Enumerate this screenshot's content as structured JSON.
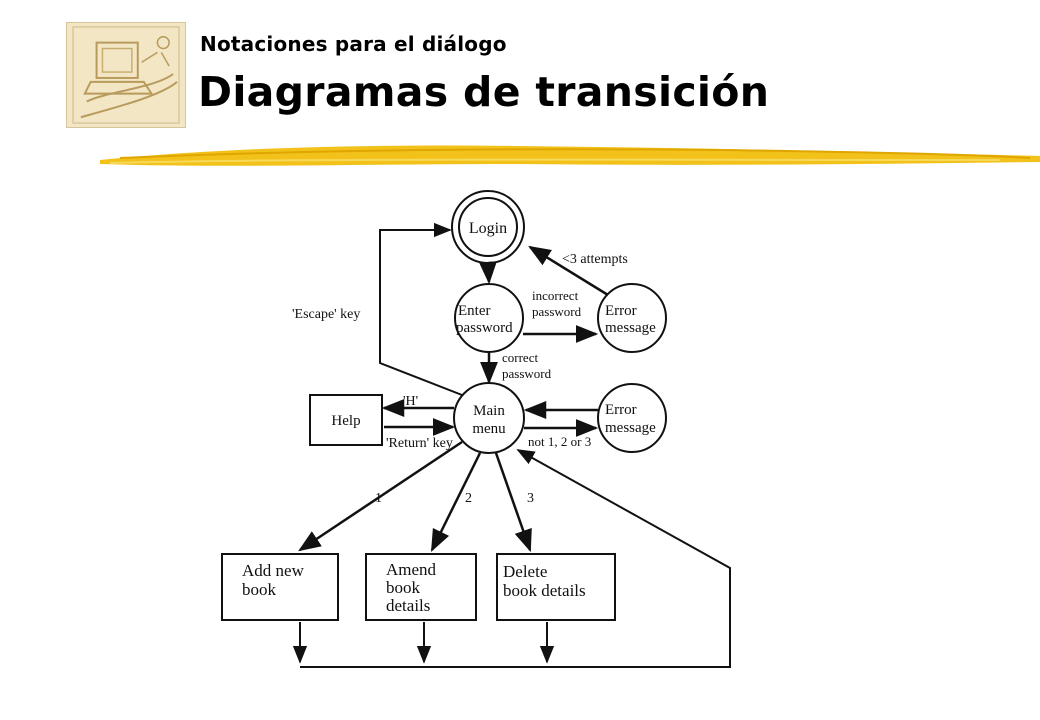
{
  "header": {
    "subtitle": "Notaciones para el diálogo",
    "title": "Diagramas de transición"
  },
  "logo": {
    "icon": "computer-user-icon"
  },
  "colors": {
    "accent_stroke": "#f2c21b",
    "logo_bg": "#f2e6c4"
  },
  "diagram": {
    "states": {
      "login": "Login",
      "enter_password_1": "Enter",
      "enter_password_2": "password",
      "error_top_1": "Error",
      "error_top_2": "message",
      "main_menu_1": "Main",
      "main_menu_2": "menu",
      "error_mid_1": "Error",
      "error_mid_2": "message"
    },
    "boxes": {
      "help": "Help",
      "add_1": "Add new",
      "add_2": "book",
      "amend_1": "Amend",
      "amend_2": "book",
      "amend_3": "details",
      "delete_1": "Delete",
      "delete_2": "book details"
    },
    "edges": {
      "attempts": "<3 attempts",
      "incorrect_1": "incorrect",
      "incorrect_2": "password",
      "correct_1": "correct",
      "correct_2": "password",
      "escape": "'Escape' key",
      "h_key": "'H'",
      "return_key": "'Return' key",
      "not_123": "not 1, 2 or 3",
      "opt1": "1",
      "opt2": "2",
      "opt3": "3"
    }
  }
}
